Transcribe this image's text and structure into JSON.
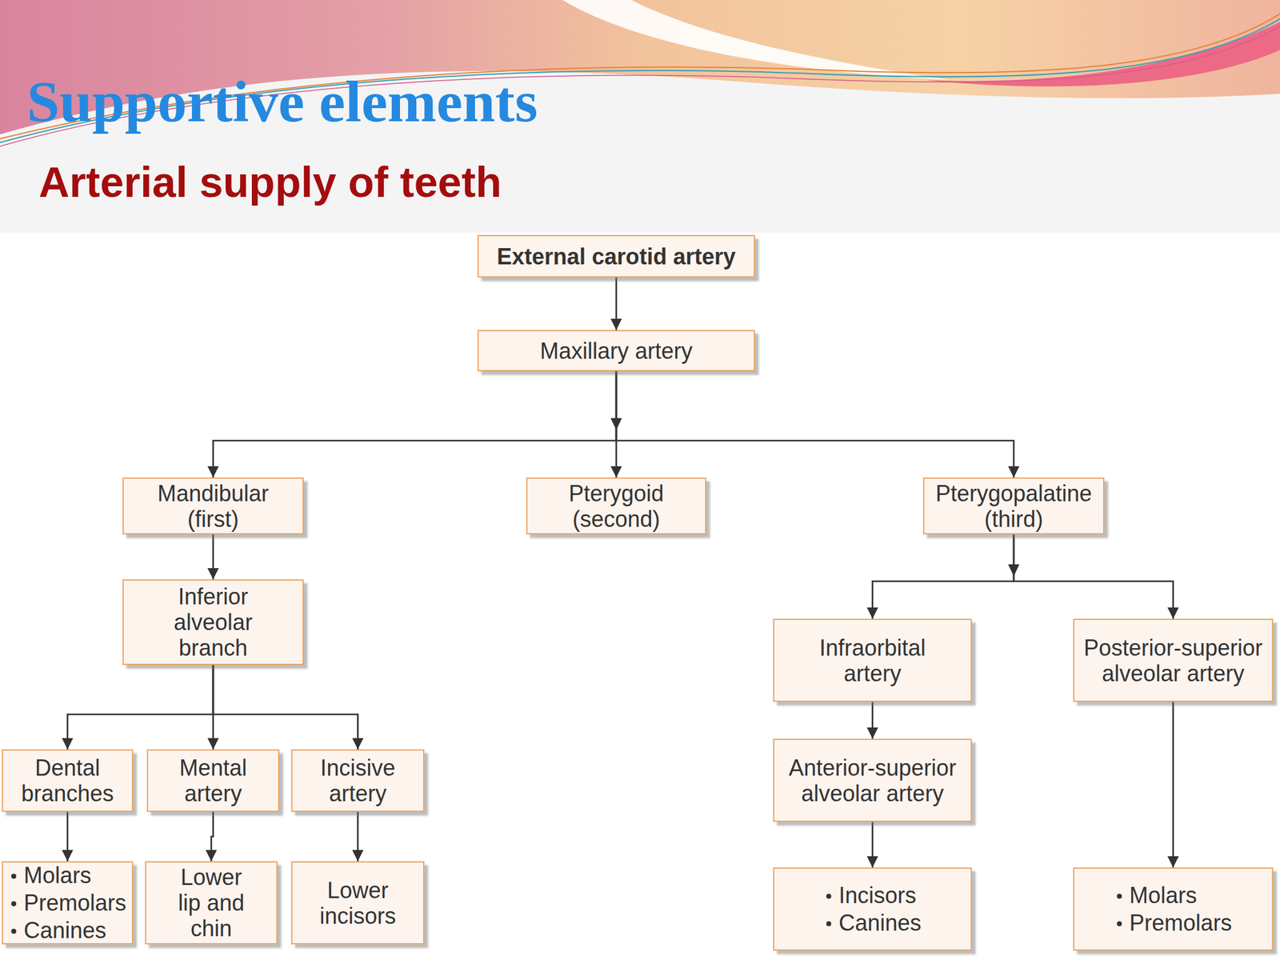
{
  "diagram": {
    "title": "Supportive elements",
    "nodes": [
      {
        "text": [
          "External carotid artery"
        ]
      },
      {
        "text": [
          "Maxillary artery"
        ]
      },
      {
        "text": [
          "Mandibular (first)"
        ]
      },
      {
        "text": [
          "Pterygoid (second)"
        ]
      },
      {
        "text": [
          "Pterygopalatine (third)"
        ]
      },
      {
        "text": [
          "Inferior alveolar branch"
        ]
      },
      {
        "text": [
          "Infraorbital artery"
        ]
      },
      {
        "text": [
          "Posterior-superior alveolar artery"
        ]
      },
      {
        "text": [
          "Dental branches"
        ]
      },
      {
        "text": [
          "Mental artery"
        ]
      },
      {
        "text": [
          "Incisive artery"
        ]
      },
      {
        "text": [
          "Anterior-superior alveolar artery"
        ]
      },
      {
        "text": [
          "Molars",
          "Premolars",
          "Canines"
        ]
      },
      {
        "text": [
          "Lower lip and chin"
        ]
      },
      {
        "text": [
          "Lower incisors"
        ]
      },
      {
        "text": [
          "Incisors",
          "Canines"
        ]
      },
      {
        "text": [
          "Molars",
          "Premolars"
        ]
      }
    ],
    "edges": [
      {
        "from": 0,
        "to": 1,
        "arrow": "to"
      },
      {
        "from": 1,
        "to": 2,
        "arrow": "to"
      },
      {
        "from": 1,
        "to": 3,
        "arrow": "to"
      },
      {
        "from": 1,
        "to": 4,
        "arrow": "to"
      },
      {
        "from": 2,
        "to": 5,
        "arrow": "to"
      },
      {
        "from": 4,
        "to": 6,
        "arrow": "to"
      },
      {
        "from": 4,
        "to": 7,
        "arrow": "to"
      },
      {
        "from": 5,
        "to": 8,
        "arrow": "to"
      },
      {
        "from": 5,
        "to": 9,
        "arrow": "to"
      },
      {
        "from": 5,
        "to": 10,
        "arrow": "to"
      },
      {
        "from": 8,
        "to": 12,
        "arrow": "to"
      },
      {
        "from": 9,
        "to": 13,
        "arrow": "to"
      },
      {
        "from": 10,
        "to": 14,
        "arrow": "to"
      },
      {
        "from": 6,
        "to": 11,
        "arrow": "to"
      },
      {
        "from": 11,
        "to": 15,
        "arrow": "to"
      },
      {
        "from": 7,
        "to": 16,
        "arrow": "to"
      }
    ],
    "labels": [
      "Arterial supply of teeth"
    ]
  }
}
